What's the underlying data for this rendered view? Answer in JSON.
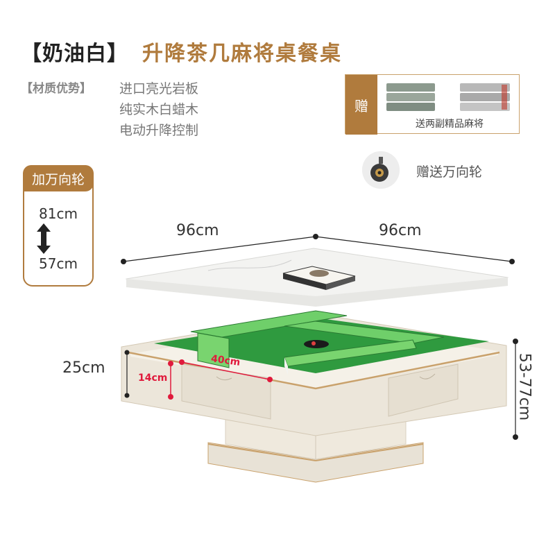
{
  "title": {
    "color_name": "【奶油白】",
    "product_name": "升降茶几麻将桌餐桌"
  },
  "material": {
    "label": "【材质优势】",
    "features": [
      "进口亮光岩板",
      "纯实木白蜡木",
      "电动升降控制"
    ]
  },
  "gift": {
    "tag": "赠",
    "caption": "送两副精品麻将",
    "wheel_text": "赠送万向轮",
    "wheel_icon": "caster-wheel-icon"
  },
  "height_card": {
    "tag": "加万向轮",
    "max": "81cm",
    "min": "57cm",
    "arrow_icon": "up-down-arrow-icon"
  },
  "dimensions": {
    "width_left": "96cm",
    "width_right": "96cm",
    "drawer_height": "25cm",
    "height_range": "53-77cm",
    "drawer_width": "40cm",
    "drawer_depth": "14cm"
  },
  "colors": {
    "accent": "#b07b3d",
    "felt": "#2f9a3f",
    "cream": "#ece6da",
    "marker": "#e01a3c"
  }
}
